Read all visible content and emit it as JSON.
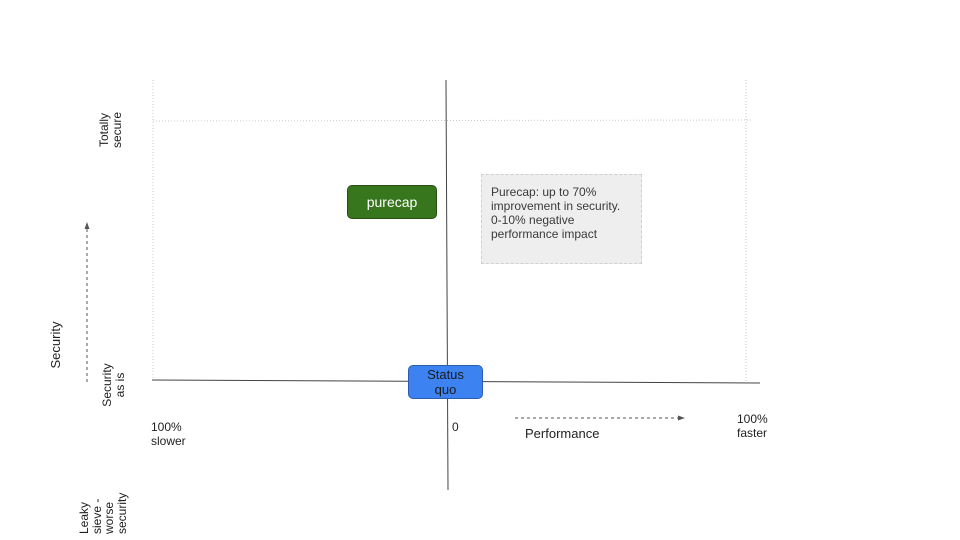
{
  "diagram": {
    "axes": {
      "y_axis_label": "Security",
      "x_axis_label": "Performance",
      "y_top_label": "Totally\nsecure",
      "y_mid_label": "Security\nas is",
      "y_bottom_label": "Leaky\nsieve -\nworse\nsecurity",
      "x_left_label": "100%\nslower",
      "x_center_label": "0",
      "x_right_label": "100%\nfaster"
    },
    "nodes": {
      "purecap": "purecap",
      "status_quo": "Status\nquo"
    },
    "note": "Purecap: up to 70% improvement in security. 0-10% negative performance impact",
    "colors": {
      "purecap_fill": "#38761d",
      "status_quo_fill": "#3c82f0",
      "note_fill": "#eeeeee"
    }
  }
}
